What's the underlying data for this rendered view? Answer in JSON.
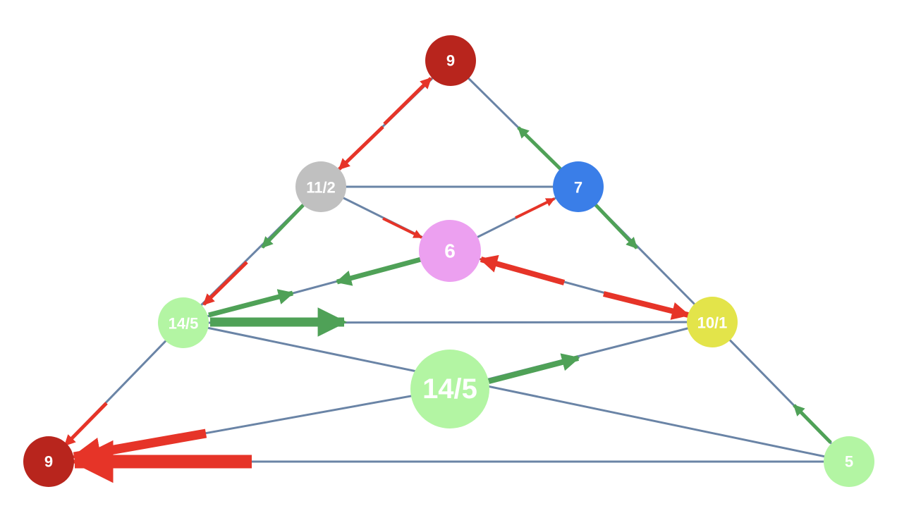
{
  "colors": {
    "edge": "#6a84a6",
    "arrow_green": "#4fa157",
    "arrow_red": "#e63428"
  },
  "nodes": [
    {
      "id": "top",
      "label": "9",
      "color": "#b8251d"
    },
    {
      "id": "mid-left",
      "label": "11/2",
      "color": "#c0c0c0"
    },
    {
      "id": "mid-right",
      "label": "7",
      "color": "#3a7ee8"
    },
    {
      "id": "center",
      "label": "6",
      "color": "#eca0f0"
    },
    {
      "id": "left",
      "label": "14/5",
      "color": "#b3f5a3"
    },
    {
      "id": "right",
      "label": "10/1",
      "color": "#e3e44a"
    },
    {
      "id": "lower-center",
      "label": "14/5",
      "color": "#b3f5a3"
    },
    {
      "id": "bottom-left",
      "label": "9",
      "color": "#b8251d"
    },
    {
      "id": "bottom-right",
      "label": "5",
      "color": "#b3f5a3"
    }
  ],
  "edges": [
    {
      "from": "top",
      "to": "mid-left",
      "arrow": "red",
      "direction": "both"
    },
    {
      "from": "mid-right",
      "to": "top",
      "arrow": "green",
      "direction": "forward"
    },
    {
      "from": "mid-left",
      "to": "mid-right",
      "arrow": "none"
    },
    {
      "from": "mid-left",
      "to": "center",
      "arrow": "red",
      "direction": "forward"
    },
    {
      "from": "center",
      "to": "mid-right",
      "arrow": "red",
      "direction": "forward"
    },
    {
      "from": "mid-right",
      "to": "right",
      "arrow": "green",
      "direction": "forward"
    },
    {
      "from": "mid-left",
      "to": "left",
      "arrow": "mixed",
      "direction": "forward"
    },
    {
      "from": "left",
      "to": "center",
      "arrow": "green",
      "direction": "both"
    },
    {
      "from": "right",
      "to": "center",
      "arrow": "red",
      "direction": "both"
    },
    {
      "from": "left",
      "to": "right",
      "arrow": "green",
      "direction": "forward"
    },
    {
      "from": "left",
      "to": "bottom-left",
      "arrow": "red",
      "direction": "forward"
    },
    {
      "from": "left",
      "to": "bottom-right",
      "arrow": "none"
    },
    {
      "from": "lower-center",
      "to": "right",
      "arrow": "green",
      "direction": "forward"
    },
    {
      "from": "lower-center",
      "to": "bottom-left",
      "arrow": "red",
      "direction": "forward"
    },
    {
      "from": "bottom-right",
      "to": "right",
      "arrow": "green",
      "direction": "forward"
    },
    {
      "from": "bottom-right",
      "to": "bottom-left",
      "arrow": "red",
      "direction": "forward"
    }
  ]
}
